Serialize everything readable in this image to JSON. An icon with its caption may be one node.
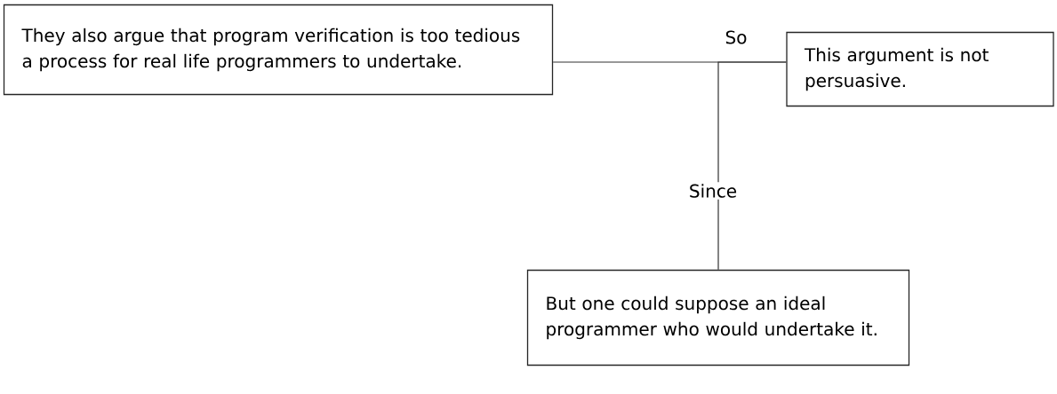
{
  "diagram": {
    "nodes": [
      {
        "text": [
          "They also argue that program verification is too tedious a process for real life programmers to undertake."
        ]
      },
      {
        "text": [
          "This argument is not persuasive."
        ]
      },
      {
        "text": [
          "But one could suppose an ideal programmer who would undertake it."
        ]
      }
    ],
    "edges": [
      {
        "from": 0,
        "to": 1,
        "arrow": "none",
        "label": "So"
      },
      {
        "from": 2,
        "to": 1,
        "arrow": "none",
        "label": "Since"
      }
    ]
  }
}
